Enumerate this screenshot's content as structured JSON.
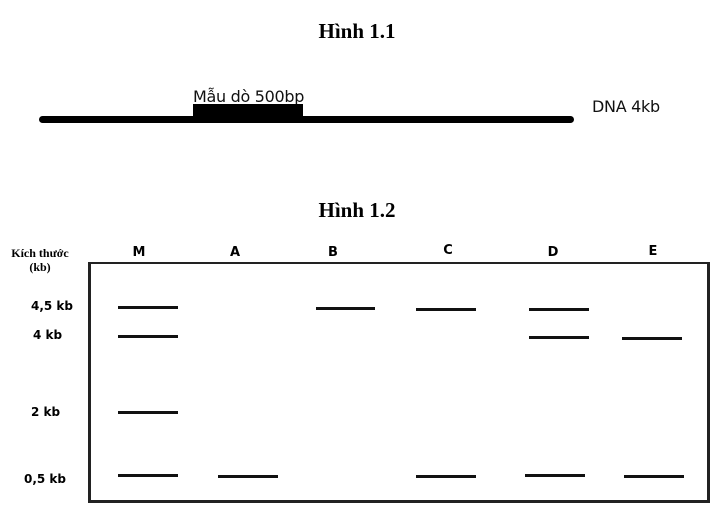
{
  "figure1": {
    "title": "Hình 1.1",
    "probe_label": "Mẫu dò 500bp",
    "dna_label": "DNA 4kb"
  },
  "figure2": {
    "title": "Hình 1.2",
    "size_header_line1": "Kích thước",
    "size_header_line2": "(kb)",
    "lanes": [
      "M",
      "A",
      "B",
      "C",
      "D",
      "E"
    ],
    "size_markers": [
      "4,5 kb",
      "4 kb",
      "2 kb",
      "0,5 kb"
    ]
  },
  "chart_data": {
    "type": "gel_electrophoresis",
    "title": "Hình 1.2",
    "ylabel": "Kích thước (kb)",
    "lanes": [
      "M",
      "A",
      "B",
      "C",
      "D",
      "E"
    ],
    "size_markers_kb": [
      4.5,
      4,
      2,
      0.5
    ],
    "bands_kb": {
      "M": [
        4.5,
        4,
        2,
        0.5
      ],
      "A": [
        0.5
      ],
      "B": [
        4.5
      ],
      "C": [
        4.5,
        0.5
      ],
      "D": [
        4.5,
        4,
        0.5
      ],
      "E": [
        4,
        0.5
      ]
    },
    "schematic": {
      "title": "Hình 1.1",
      "dna_length": "DNA 4kb",
      "probe": "Mẫu dò 500bp"
    }
  }
}
